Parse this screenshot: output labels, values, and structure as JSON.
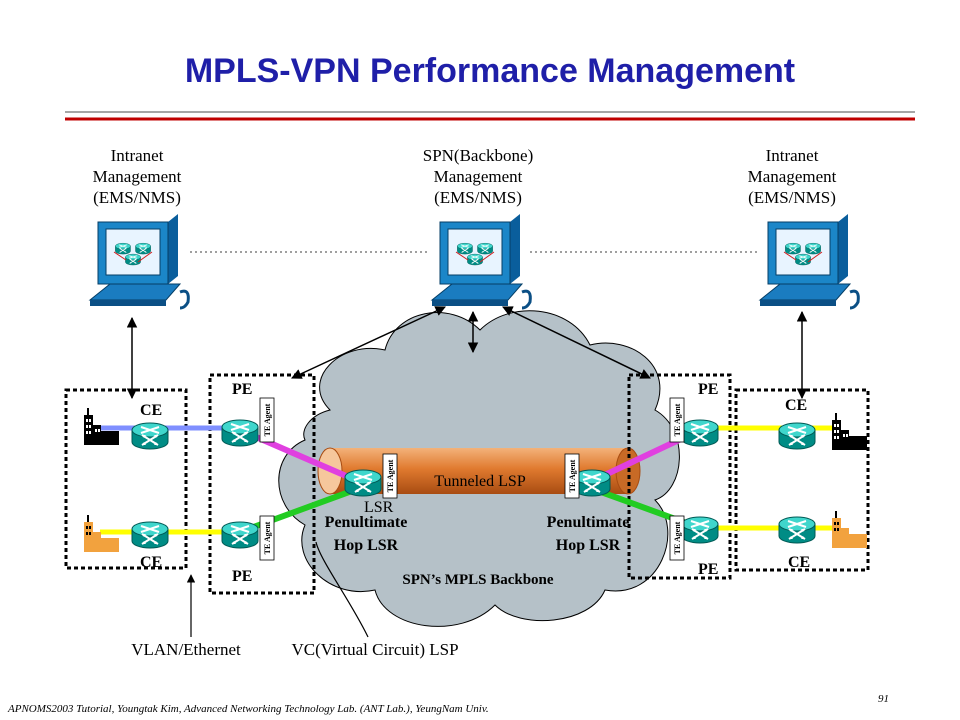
{
  "slide": {
    "title": "MPLS-VPN Performance Management",
    "footer": "APNOMS2003 Tutorial,   Youngtak Kim,  Advanced Networking Technology Lab. (ANT Lab.),   YeungNam Univ.",
    "page_number": "91"
  },
  "management": {
    "left": [
      "Intranet",
      "Management",
      "(EMS/NMS)"
    ],
    "center": [
      "SPN(Backbone)",
      "Management",
      "(EMS/NMS)"
    ],
    "right": [
      "Intranet",
      "Management",
      "(EMS/NMS)"
    ]
  },
  "nodes": {
    "ce": "CE",
    "pe": "PE",
    "lsr": "LSR",
    "te_agent": "TE Agent"
  },
  "labels": {
    "tunnel": "Tunneled LSP",
    "penultimate_left": [
      "Penultimate",
      "Hop LSR"
    ],
    "penultimate_right": [
      "Penultimate",
      "Hop LSR"
    ],
    "backbone": "SPN’s MPLS Backbone",
    "vlan": "VLAN/Ethernet",
    "vc_lsp": "VC(Virtual Circuit) LSP"
  },
  "colors": {
    "title": "#1f1fa8",
    "rule": "#c00000",
    "cloud": "#b5c1c8",
    "tunnel": "#e07a2f",
    "router": "#00a8a0",
    "vc_magenta": "#e040e0",
    "vc_green": "#22cc22",
    "link_blue": "#7f8fff",
    "link_yellow": "#ffff00"
  }
}
